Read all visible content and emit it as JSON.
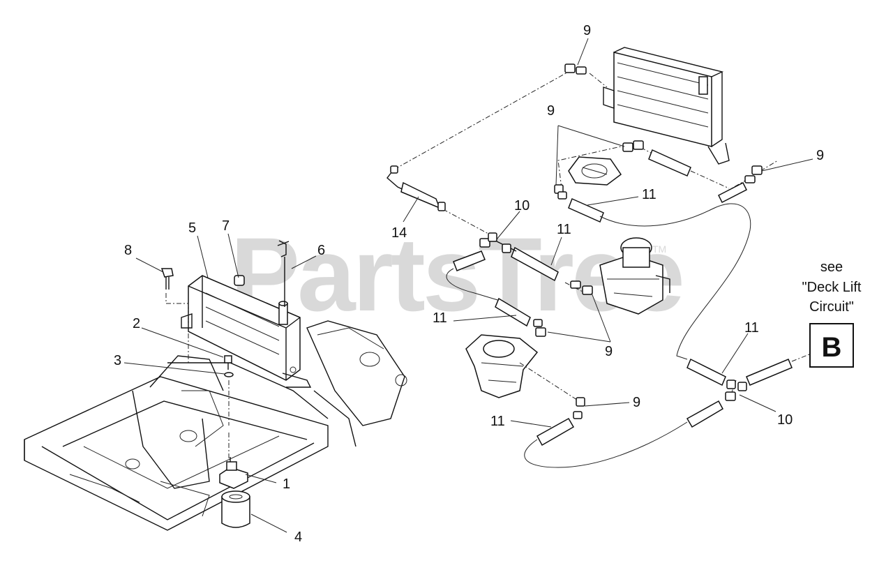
{
  "watermark": {
    "text": "PartsTree",
    "mark": "TM"
  },
  "callouts": {
    "c1": "1",
    "c2": "2",
    "c3": "3",
    "c4": "4",
    "c5": "5",
    "c6": "6",
    "c7": "7",
    "c8": "8",
    "c9a": "9",
    "c9b": "9",
    "c9c": "9",
    "c9d": "9",
    "c9e": "9",
    "c10a": "10",
    "c10b": "10",
    "c11a": "11",
    "c11b": "11",
    "c11c": "11",
    "c11d": "11",
    "c11e": "11",
    "c14": "14"
  },
  "reference": {
    "line1": "see",
    "line2": "\"Deck Lift",
    "line3": "Circuit\"",
    "box_label": "B"
  }
}
